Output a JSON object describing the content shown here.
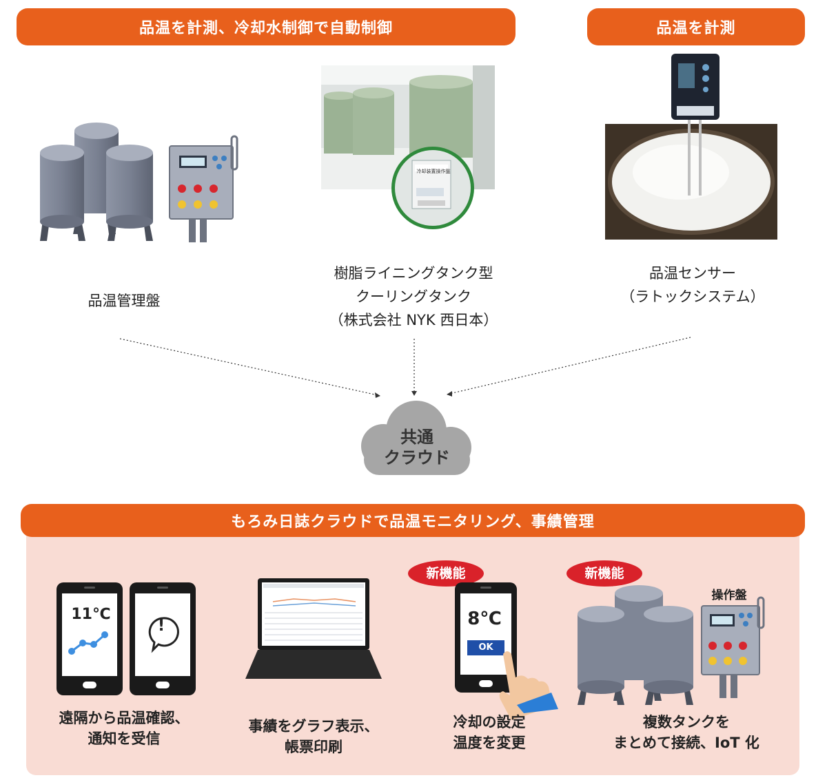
{
  "banners": {
    "top_left": "品温を計測、冷却水制御で自動制御",
    "top_right": "品温を計測",
    "bottom": "もろみ日誌クラウドで品温モニタリング、事績管理"
  },
  "devices": {
    "control_panel": {
      "caption": "品温管理盤"
    },
    "cooling_tank": {
      "caption_line1": "樹脂ライニングタンク型",
      "caption_line2": "クーリングタンク",
      "caption_line3": "（株式会社 NYK 西日本）",
      "device_label": "冷却装置操作盤"
    },
    "sensor": {
      "caption_line1": "品温センサー",
      "caption_line2": "（ラトックシステム）"
    }
  },
  "cloud": {
    "line1": "共通",
    "line2": "クラウド"
  },
  "features": {
    "remote": {
      "temperature": "11℃",
      "alert_symbol": "!",
      "caption_line1": "遠隔から品温確認、",
      "caption_line2": "通知を受信"
    },
    "graph": {
      "caption_line1": "事績をグラフ表示、",
      "caption_line2": "帳票印刷"
    },
    "cooling_setting": {
      "badge": "新機能",
      "temperature": "8℃",
      "ok_label": "OK",
      "caption_line1": "冷却の設定",
      "caption_line2": "温度を変更"
    },
    "multi_tank": {
      "badge": "新機能",
      "panel_label": "操作盤",
      "caption_line1": "複数タンクを",
      "caption_line2": "まとめて接続、IoT 化"
    }
  },
  "colors": {
    "accent_orange": "#e8601c",
    "panel_pink": "#f9dcd4",
    "badge_red": "#d9222a",
    "cloud_gray": "#a6a6a6",
    "tank_gray": "#7f8696"
  }
}
